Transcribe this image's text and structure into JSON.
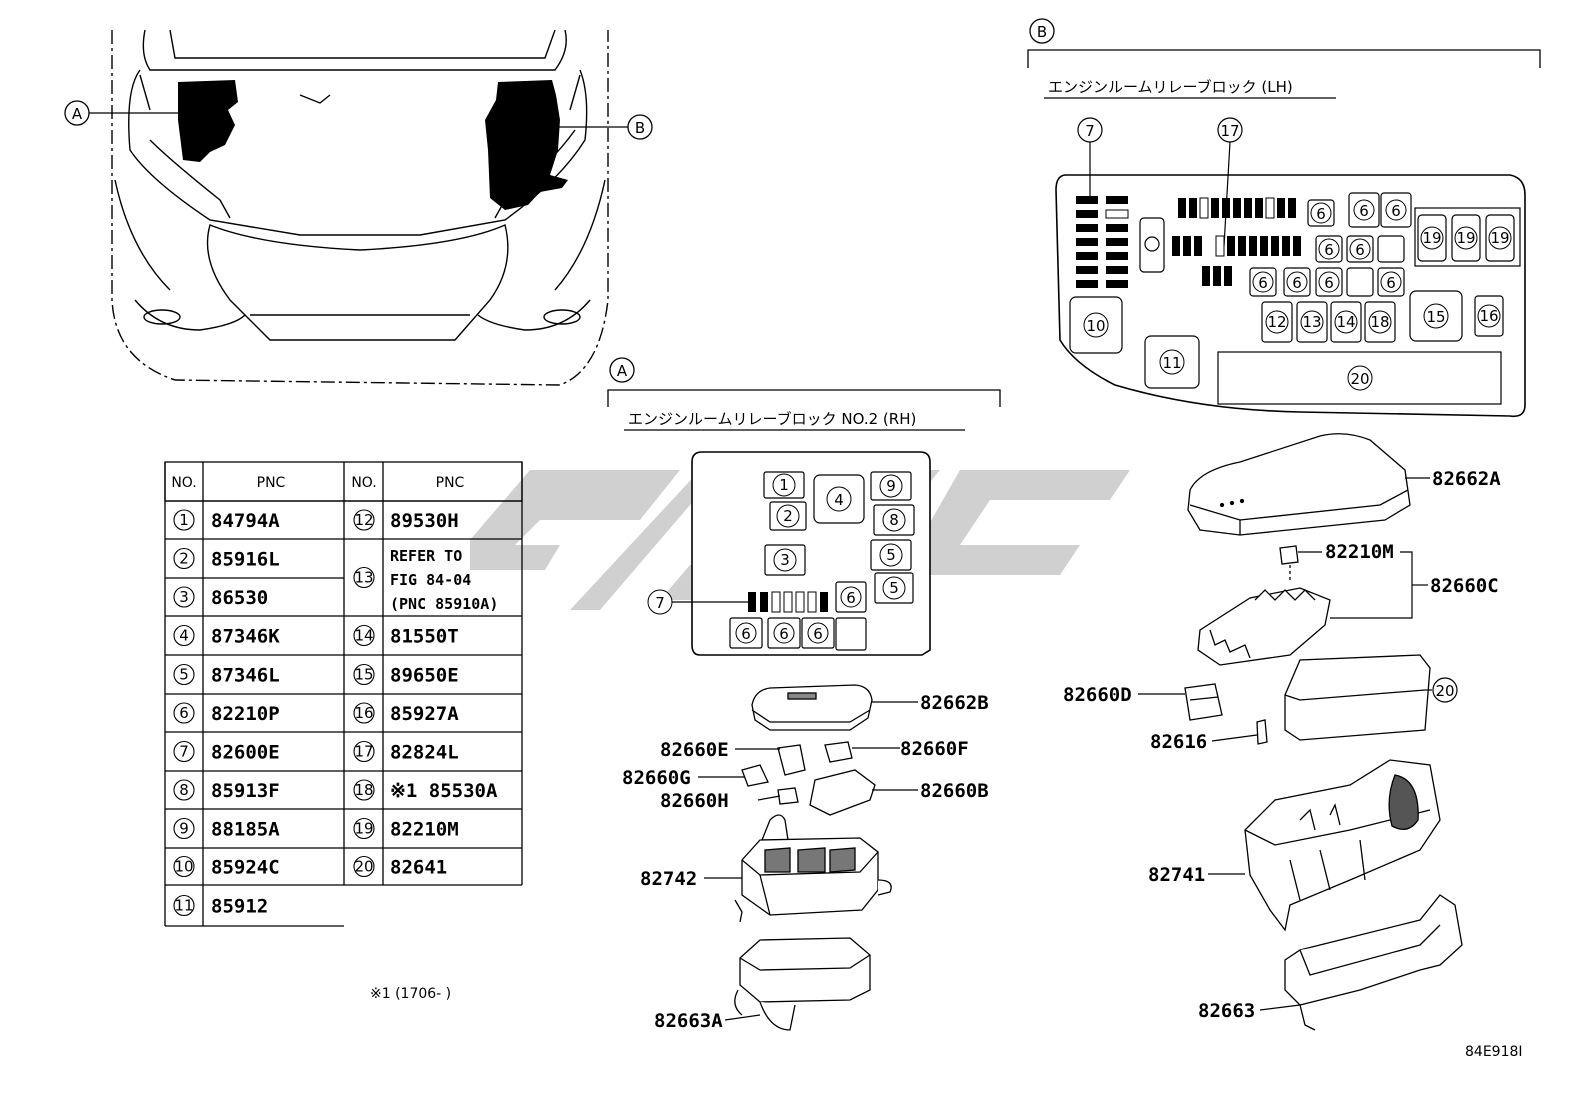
{
  "callouts": {
    "a": "A",
    "b": "B"
  },
  "section_a": {
    "marker": "A",
    "title": "エンジンルームリレーブロック NO.2 (RH)"
  },
  "section_b": {
    "marker": "B",
    "title": "エンジンルームリレーブロック (LH)"
  },
  "table": {
    "headers": [
      "NO.",
      "PNC",
      "NO.",
      "PNC"
    ],
    "rows": [
      {
        "no": "1",
        "pnc": "84794A"
      },
      {
        "no": "2",
        "pnc": "85916L"
      },
      {
        "no": "3",
        "pnc": "86530"
      },
      {
        "no": "4",
        "pnc": "87346K"
      },
      {
        "no": "5",
        "pnc": "87346L"
      },
      {
        "no": "6",
        "pnc": "82210P"
      },
      {
        "no": "7",
        "pnc": "82600E"
      },
      {
        "no": "8",
        "pnc": "85913F"
      },
      {
        "no": "9",
        "pnc": "88185A"
      },
      {
        "no": "10",
        "pnc": "85924C"
      },
      {
        "no": "11",
        "pnc": "85912"
      },
      {
        "no": "12",
        "pnc": "89530H"
      },
      {
        "no": "13",
        "pnc": "REFER TO",
        "pnc2": "FIG 84-04",
        "pnc3": "(PNC 85910A)"
      },
      {
        "no": "14",
        "pnc": "81550T"
      },
      {
        "no": "15",
        "pnc": "89650E"
      },
      {
        "no": "16",
        "pnc": "85927A"
      },
      {
        "no": "17",
        "pnc": "82824L"
      },
      {
        "no": "18",
        "pnc": "※1 85530A"
      },
      {
        "no": "19",
        "pnc": "82210M"
      },
      {
        "no": "20",
        "pnc": "82641"
      }
    ]
  },
  "footnote": "※1 (1706-      )",
  "block_a_slots": {
    "s1": "1",
    "s2": "2",
    "s3": "3",
    "s4": "4",
    "s5": "5",
    "s6": "6",
    "s7": "7",
    "s8": "8",
    "s9": "9"
  },
  "block_b_slots": {
    "s6": "6",
    "s7": "7",
    "s10": "10",
    "s11": "11",
    "s12": "12",
    "s13": "13",
    "s14": "14",
    "s15": "15",
    "s16": "16",
    "s17": "17",
    "s18": "18",
    "s19": "19",
    "s20": "20"
  },
  "parts_a": {
    "cover": "82662B",
    "e": "82660E",
    "f": "82660F",
    "g": "82660G",
    "h": "82660H",
    "b": "82660B",
    "box": "82742",
    "lower": "82663A"
  },
  "parts_b": {
    "cover": "82662A",
    "m": "82210M",
    "c": "82660C",
    "d": "82660D",
    "p616": "82616",
    "n20": "20",
    "box": "82741",
    "lower": "82663"
  },
  "figure_id": "84E918I",
  "colors": {
    "line": "#000000",
    "watermark": "#c8c8c8"
  }
}
